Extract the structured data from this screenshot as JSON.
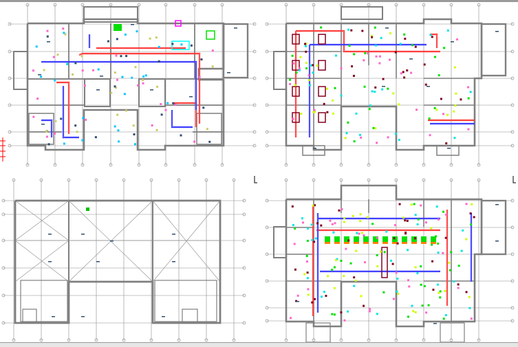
{
  "drawing": {
    "colors": {
      "wall": "#7f7f7f",
      "grid": "#8c8c8c",
      "supply_duct": "#ff0000",
      "return_duct": "#0000ff",
      "diffuser_cyan": "#00c8ff",
      "diffuser_magenta": "#ff66cc",
      "equipment_green": "#00e000",
      "fixture_yellow": "#ccff00",
      "furniture": "#800020",
      "label": "#2f4f6f"
    },
    "sheets": [
      {
        "id": "plan-top-left",
        "content": "hvac-duct-plan"
      },
      {
        "id": "plan-top-right",
        "content": "hvac-office-plan"
      },
      {
        "id": "plan-bottom-left",
        "content": "roof-plan"
      },
      {
        "id": "plan-bottom-right",
        "content": "hvac-office-plan"
      }
    ]
  }
}
